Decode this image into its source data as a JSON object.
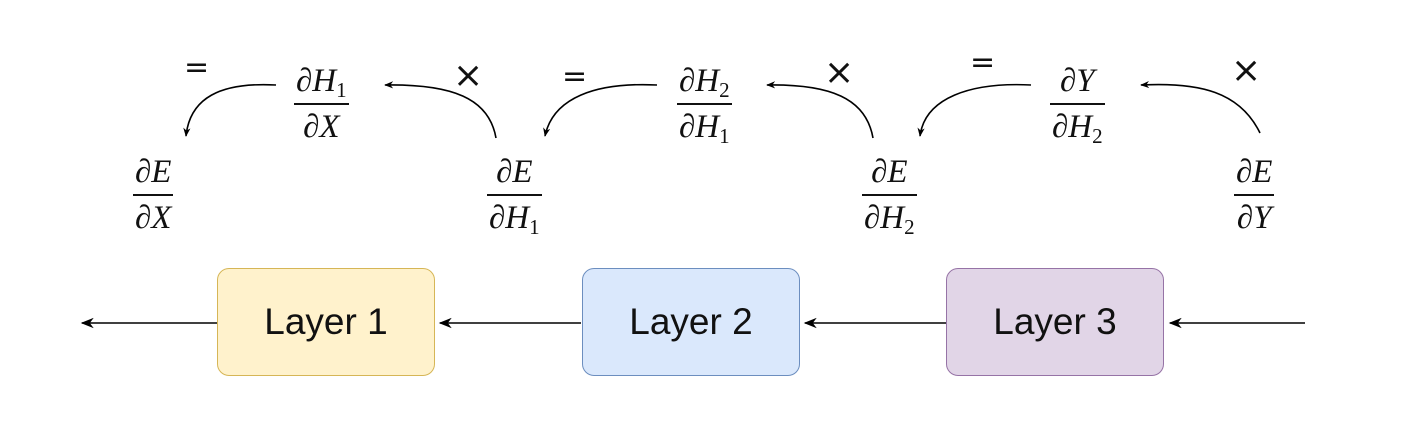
{
  "colors": {
    "layer1_fill": "#fff2cc",
    "layer1_stroke": "#d6b656",
    "layer2_fill": "#dae8fc",
    "layer2_stroke": "#6c8ebf",
    "layer3_fill": "#e1d5e7",
    "layer3_stroke": "#9673a6",
    "arrow": "#000000"
  },
  "layers": [
    {
      "label": "Layer 1"
    },
    {
      "label": "Layer 2"
    },
    {
      "label": "Layer 3"
    }
  ],
  "gradients": {
    "dE_dX": {
      "num": "∂E",
      "den": "∂X"
    },
    "dE_dH1": {
      "num": "∂E",
      "den": "∂H",
      "den_sub": "1"
    },
    "dE_dH2": {
      "num": "∂E",
      "den": "∂H",
      "den_sub": "2"
    },
    "dE_dY": {
      "num": "∂E",
      "den": "∂Y"
    }
  },
  "local_gradients": {
    "dH1_dX": {
      "num": "∂H",
      "num_sub": "1",
      "den": "∂X"
    },
    "dH2_dH1": {
      "num": "∂H",
      "num_sub": "2",
      "den": "∂H",
      "den_sub": "1"
    },
    "dY_dH2": {
      "num": "∂Y",
      "den": "∂H",
      "den_sub": "2"
    }
  },
  "operators": {
    "times": "×",
    "equals": "="
  }
}
